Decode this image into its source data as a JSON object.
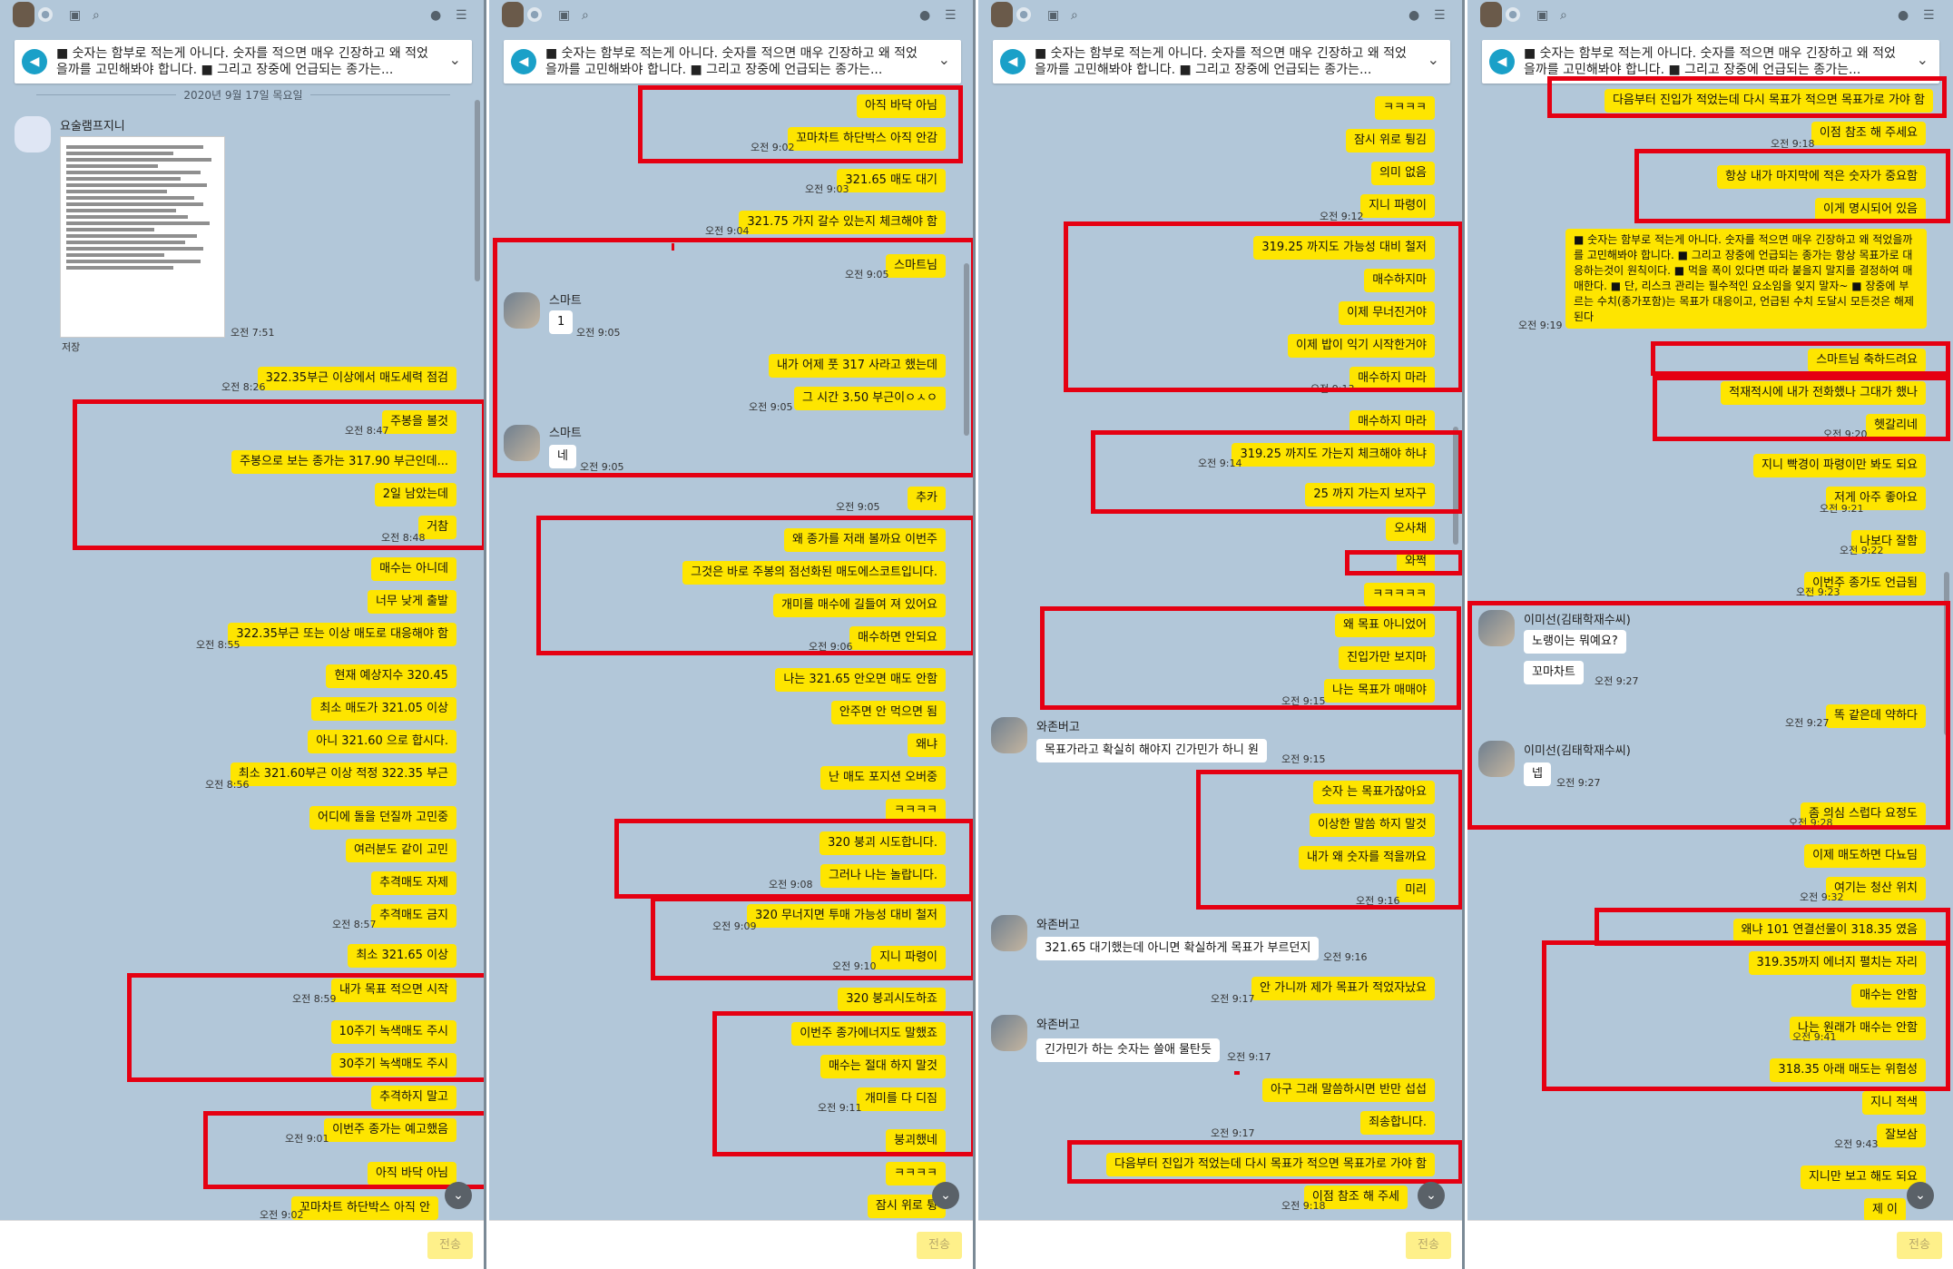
{
  "app": {
    "notice": "■ 숫자는 함부로 적는게 아니다. 숫자를 적으면 매우 긴장하고 왜 적었을까를 고민해봐야 합니다. ■ 그리고 장중에 언급되는 종가는...",
    "send_label": "전송",
    "accent_color": "#fee500",
    "highlight_color": "#e50012",
    "background_color": "#b2c7d9"
  },
  "panel1": {
    "date": "2020년 9월 17일 목요일",
    "sender": "요술램프지니",
    "image_time": "오전 7:51",
    "save_label": "저장",
    "messages": [
      {
        "text": "322.35부근 이상에서 매도세력 점검",
        "time": "오전 8:26"
      },
      {
        "text": "주봉을 볼것",
        "time": "오전 8:47"
      },
      {
        "text": "주봉으로 보는 종가는 317.90 부근인데..."
      },
      {
        "text": "2일 남았는데"
      },
      {
        "text": "거참",
        "time": "오전 8:48"
      },
      {
        "text": "매수는 아니데"
      },
      {
        "text": "너무 낮게 출발"
      },
      {
        "text": "322.35부근 또는 이상 매도로 대응해야 함",
        "time": "오전 8:55"
      },
      {
        "text": "현재 예상지수 320.45"
      },
      {
        "text": "최소 매도가 321.05 이상"
      },
      {
        "text": "아니 321.60 으로 합시다."
      },
      {
        "text": "최소 321.60부근 이상 적정 322.35 부근",
        "time": "오전 8:56"
      },
      {
        "text": "어디에 돌을 던질까 고민중"
      },
      {
        "text": "여러분도 같이 고민"
      },
      {
        "text": "추격매도 자제"
      },
      {
        "text": "추격매도 금지",
        "time": "오전 8:57"
      },
      {
        "text": "최소 321.65 이상"
      },
      {
        "text": "내가 목표 적으면 시작",
        "time": "오전 8:59"
      },
      {
        "text": "10주기 녹색매도 주시"
      },
      {
        "text": "30주기 녹색매도 주시"
      },
      {
        "text": "추격하지 말고"
      },
      {
        "text": "이번주 종가는 예고했음",
        "time": "오전 9:01"
      },
      {
        "text": "아직 바닥 아님"
      },
      {
        "text": "꼬마차트 하단박스 아직 안",
        "time": "오전 9:02"
      }
    ]
  },
  "panel2": {
    "messages_a": [
      {
        "text": "아직 바닥 아님"
      },
      {
        "text": "꼬마차트 하단박스 아직 안감",
        "time": "오전 9:02"
      },
      {
        "text": "321.65 매도 대기",
        "time": "오전 9:03"
      },
      {
        "text": "321.75 가지 갈수 있는지 체크해야 함",
        "time": "오전 9:04"
      },
      {
        "text": "스마트님",
        "time": "오전 9:05"
      }
    ],
    "sender": "스마트",
    "reply1": {
      "text": "1",
      "time": "오전 9:05"
    },
    "messages_b": [
      {
        "text": "내가 어제 풋 317 사라고 했는데"
      },
      {
        "text": "그 시간 3.50 부근이ㅇㅅㅇ",
        "time": "오전 9:05"
      }
    ],
    "reply2": {
      "text": "네",
      "time": "오전 9:05"
    },
    "messages_c": [
      {
        "text": "추카",
        "time": "오전 9:05"
      },
      {
        "text": "왜 종가를 저래 볼까요 이번주"
      },
      {
        "text": "그것은 바로 주봉의 점선화된 매도에스코트입니다."
      },
      {
        "text": "개미를 매수에 길들여 져 있어요"
      },
      {
        "text": "매수하면 안되요",
        "time": "오전 9:06"
      },
      {
        "text": "나는 321.65 안오면 매도 안함"
      },
      {
        "text": "안주면 안 먹으면 됨"
      },
      {
        "text": "왜냐"
      },
      {
        "text": "난 매도 포지션 오버중"
      },
      {
        "text": "ㅋㅋㅋㅋ"
      },
      {
        "text": "320 붕괴 시도합니다."
      },
      {
        "text": "그러나 나는 놀랍니다.",
        "time": "오전 9:08"
      },
      {
        "text": "320 무너지면 투매 가능성 대비 철저",
        "time": "오전 9:09"
      },
      {
        "text": "지니 파령이",
        "time": "오전 9:10"
      },
      {
        "text": "320 붕괴시도하죠"
      },
      {
        "text": "이번주 종가에너지도 말했죠"
      },
      {
        "text": "매수는 절대 하지 말것"
      },
      {
        "text": "개미를 다 디짐",
        "time": "오전 9:11"
      },
      {
        "text": "붕괴했네"
      },
      {
        "text": "ㅋㅋㅋㅋ"
      },
      {
        "text": "잠시 위로 튕"
      }
    ]
  },
  "panel3": {
    "messages_a": [
      {
        "text": "ㅋㅋㅋㅋ"
      },
      {
        "text": "잠시 위로 튕김"
      },
      {
        "text": "의미 없음"
      },
      {
        "text": "지니 파령이",
        "time": "오전 9:12"
      },
      {
        "text": "319.25 까지도 가능성 대비 철저"
      },
      {
        "text": "매수하지마"
      },
      {
        "text": "이제 무너진거야"
      },
      {
        "text": "이제 밥이 익기 시작한거야"
      },
      {
        "text": "매수하지 마라",
        "time": "오전 9:13"
      },
      {
        "text": "매수하지 마라"
      },
      {
        "text": "319.25 까지도 가는지 체크해야 하냐",
        "time": "오전 9:14"
      },
      {
        "text": "25 까지 가는지 보자구"
      },
      {
        "text": "오사채"
      },
      {
        "text": "와쩍"
      },
      {
        "text": "ㅋㅋㅋㅋㅋ"
      },
      {
        "text": "왜 목표 아니었어"
      },
      {
        "text": "진입가만 보지마"
      },
      {
        "text": "나는 목표가 매매야",
        "time": "오전 9:15"
      }
    ],
    "sender": "와존버고",
    "reply1": {
      "text": "목표가라고 확실히 해야지 긴가민가 하니 원",
      "time": "오전 9:15"
    },
    "messages_b": [
      {
        "text": "숫자 는 목표가잖아요"
      },
      {
        "text": "이상한 말씀 하지 말것"
      },
      {
        "text": "내가 왜 숫자를 적을까요"
      },
      {
        "text": "미리",
        "time": "오전 9:16"
      }
    ],
    "reply2": {
      "text": "321.65 대기했는데 아니면 확실하게 목표가 부르던지",
      "time": "오전 9:16"
    },
    "messages_c": [
      {
        "text": "안 가니까 제가 목표가 적었자났요",
        "time": "오전 9:17"
      }
    ],
    "reply3": {
      "text": "긴가민가 하는 숫자는 쓸애 물탄듯",
      "time": "오전 9:17"
    },
    "messages_d": [
      {
        "text": "아구 그래 말씀하시면 반만 섭섭"
      },
      {
        "text": "죄송합니다.",
        "time": "오전 9:17"
      },
      {
        "text": "다음부터 진입가 적었는데 다시 목표가 적으면 목표가로 가야 함"
      },
      {
        "text": "이점 참조 해 주세",
        "time": "오전 9:18"
      }
    ]
  },
  "panel4": {
    "messages_a": [
      {
        "text": "다음부터 진입가 적었는데 다시 목표가 적으면 목표가로 가야 함"
      },
      {
        "text": "이점 참조 해 주세요",
        "time": "오전 9:18"
      },
      {
        "text": "항상 내가 마지막에 적은 숫자가 중요함"
      },
      {
        "text": "이게 명시되어 있음"
      },
      {
        "text": "■ 숫자는 함부로 적는게 아니다. 숫자를 적으면 매우 긴장하고 왜 적었을까를 고민해봐야 합니다. ■ 그리고 장중에 언급되는 종가는 항상 목표가로 대응하는것이 원칙이다. ■ 먹을 폭이 있다면 따라 붙을지 말지를 결정하여 매매한다. ■ 단, 리스크 관리는 필수적인 요소임을 잊지 말자~ ■ 장중에 부르는 수치(종가포함)는 목표가 대응이고, 언급된 수치 도달시 모든것은 해제된다",
        "time": "오전 9:19"
      },
      {
        "text": "스마트님 축하드려요"
      },
      {
        "text": "적재적시에 내가 전화했나 그대가 했나"
      },
      {
        "text": "헷갈리네",
        "time": "오전 9:20"
      },
      {
        "text": "지니 빡경이 파령이만 봐도 되요"
      },
      {
        "text": "저게 아주 좋아요",
        "time": "오전 9:21"
      },
      {
        "text": "나보다 잘함",
        "time": "오전 9:22"
      },
      {
        "text": "이번주 종가도 언급됨",
        "time": "오전 9:23"
      }
    ],
    "sender": "이미선(김태학재수씨)",
    "reply1": {
      "text": "노랭이는 뭐예요?"
    },
    "reply2": {
      "text": "꼬마차트",
      "time": "오전 9:27"
    },
    "messages_b": [
      {
        "text": "똑 같은데 약하다",
        "time": "오전 9:27"
      }
    ],
    "reply3": {
      "text": "넵",
      "time": "오전 9:27"
    },
    "messages_c": [
      {
        "text": "좀 의심 스럽다 요정도",
        "time": "오전 9:28"
      },
      {
        "text": "이제 매도하면 다뇨딤"
      },
      {
        "text": "여기는 청산 위치",
        "time": "오전 9:32"
      },
      {
        "text": "왜냐 101 연결선물이 318.35 였음"
      },
      {
        "text": "319.35까지 에너지 펼치는 자리"
      },
      {
        "text": "매수는 안함"
      },
      {
        "text": "나는 원래가 매수는 안함",
        "time": "오전 9:41"
      },
      {
        "text": "318.35 아래 매도는 위험성"
      },
      {
        "text": "지니 적색"
      },
      {
        "text": "잘보삼",
        "time": "오전 9:43"
      },
      {
        "text": "지니만 보고 해도 되요"
      },
      {
        "text": "제 이"
      }
    ]
  }
}
